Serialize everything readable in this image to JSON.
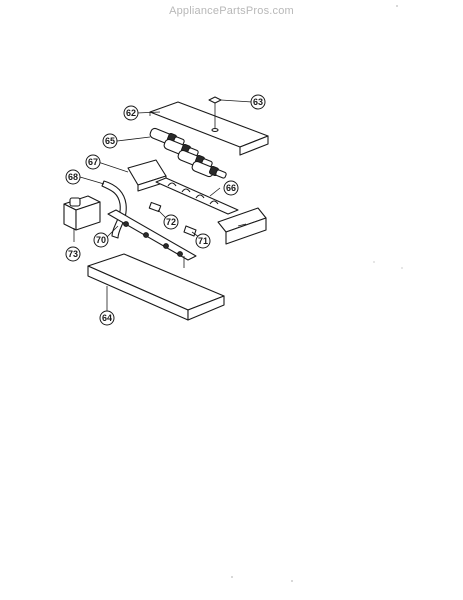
{
  "watermark": "AppliancePartsPros.com",
  "callouts": {
    "c62": "62",
    "c63": "63",
    "c64": "64",
    "c65": "65",
    "c66": "66",
    "c67": "67",
    "c68": "68",
    "c70": "70",
    "c71": "71",
    "c72": "72",
    "c73": "73"
  }
}
